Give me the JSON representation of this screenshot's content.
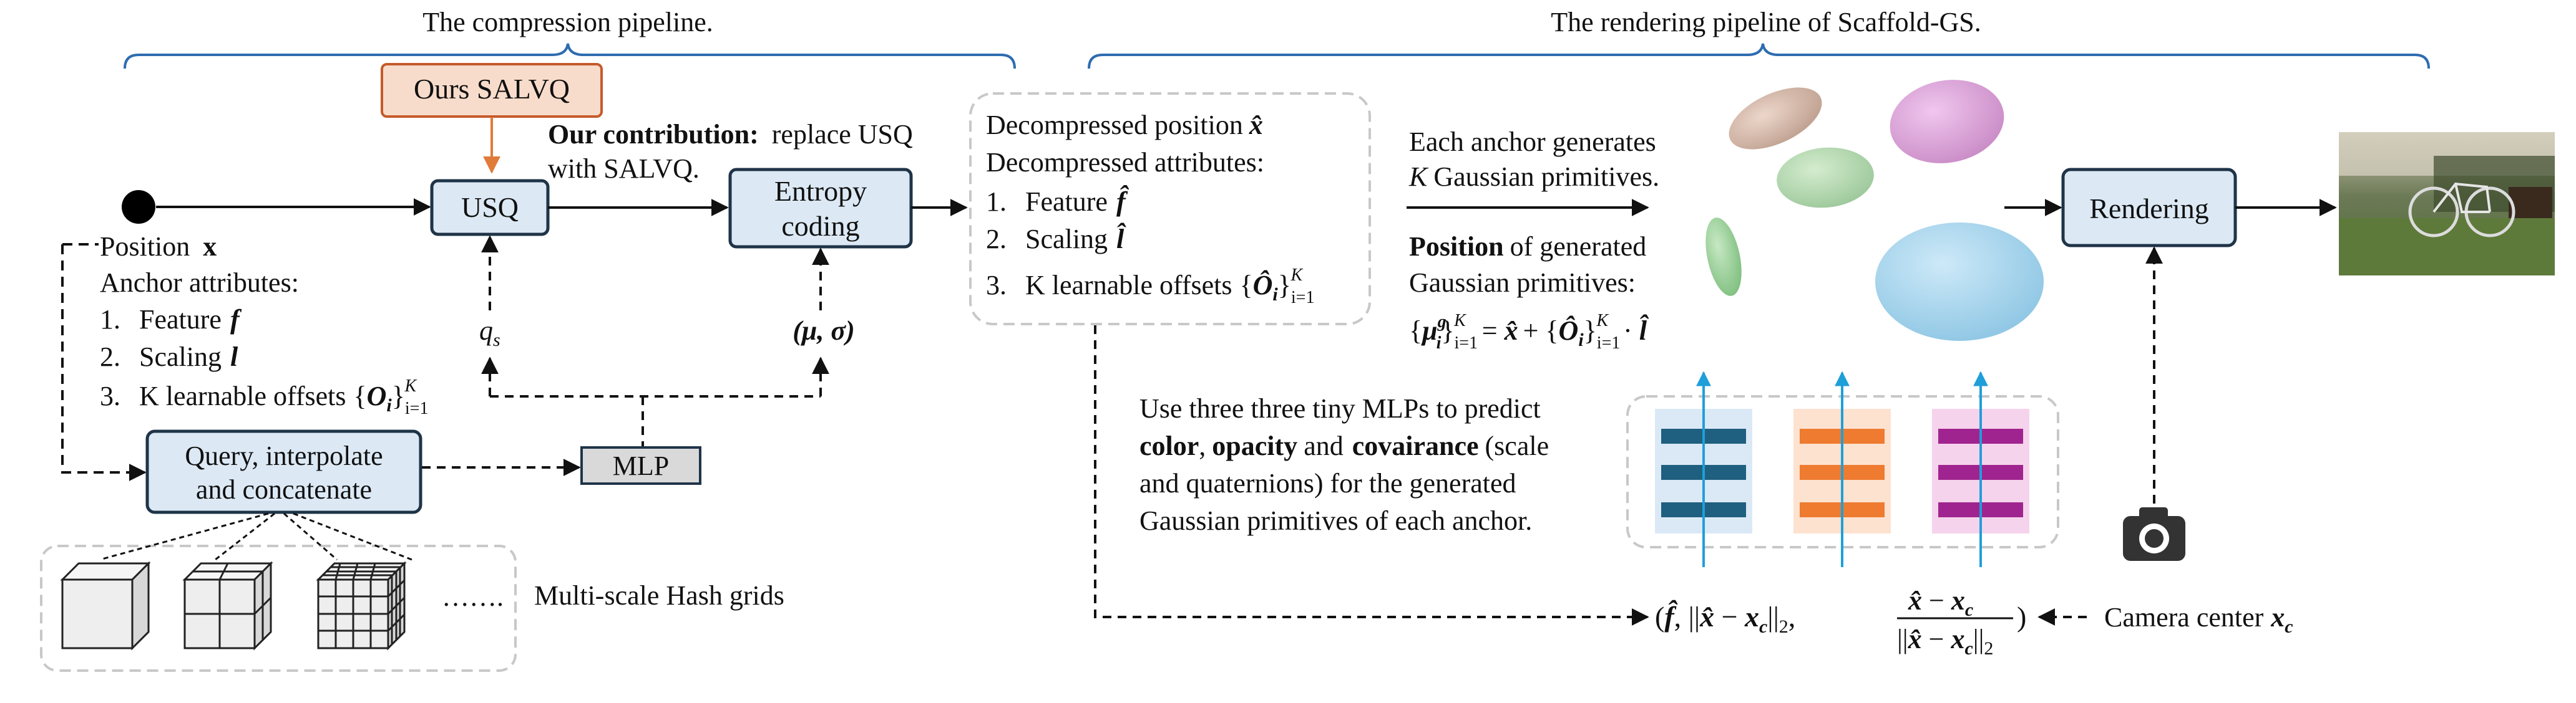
{
  "sections": {
    "compression_title": "The compression pipeline.",
    "rendering_title": "The rendering pipeline of Scaffold-GS."
  },
  "boxes": {
    "salvq": "Ours SALVQ",
    "usq": "USQ",
    "entropy_line1": "Entropy",
    "entropy_line2": "coding",
    "query_line1": "Query, interpolate",
    "query_line2": "and concatenate",
    "mlp": "MLP",
    "rendering": "Rendering"
  },
  "contribution": {
    "bold": "Our contribution:",
    "rest_line1": "replace USQ",
    "line2": "with SALVQ."
  },
  "input": {
    "position": "Position",
    "position_symbol": "x",
    "anchor_attributes": "Anchor attributes:",
    "items": [
      {
        "num": "1.",
        "text": "Feature",
        "symbol": "f"
      },
      {
        "num": "2.",
        "text": "Scaling",
        "symbol": "l"
      },
      {
        "num": "3.",
        "text": "K learnable offsets",
        "symbol": "{O_i}_{i=1}^K"
      }
    ]
  },
  "params": {
    "qs": "q",
    "qs_sub": "s",
    "mu_sigma": "(μ, σ)"
  },
  "hash": {
    "label": "Multi-scale Hash grids",
    "ellipsis": "……."
  },
  "decompressed": {
    "position": "Decompressed position",
    "position_symbol": "x̂",
    "attributes": "Decompressed attributes:",
    "items": [
      {
        "num": "1.",
        "text": "Feature",
        "symbol": "f̂"
      },
      {
        "num": "2.",
        "text": "Scaling",
        "symbol": "l̂"
      },
      {
        "num": "3.",
        "text": "K learnable offsets",
        "symbol": "{Ô_i}_{i=1}^K"
      }
    ]
  },
  "anchor_gen": {
    "line1": "Each anchor generates",
    "line2": "K Gaussian primitives."
  },
  "position_gen": {
    "bold": "Position",
    "line1_rest": "of generated",
    "line2": "Gaussian primitives:",
    "equation": "{μ_i^g}_{i=1}^K = x̂ + {Ô_i}_{i=1}^K · l̂"
  },
  "mlp_desc": {
    "line1": "Use three three tiny MLPs  to predict",
    "line2_bold1": "color",
    "line2_sep1": ",",
    "line2_bold2": "opacity",
    "line2_sep2": "and",
    "line2_bold3": "covairance",
    "line2_rest": "(scale",
    "line3": "and quaternions) for the generated",
    "line4": "Gaussian primitives of each anchor."
  },
  "view_input": "(f̂, ||x̂ − x_c||₂, (x̂ − x_c) / ||x̂ − x_c||₂)",
  "camera": {
    "label": "Camera center",
    "symbol": "x_c"
  },
  "colors": {
    "box_fill": "#dce9f5",
    "box_stroke": "#1f3448",
    "salvq_fill": "#f8dccb",
    "salvq_stroke": "#c55a2b",
    "salvq_arrow": "#e07b39",
    "mlp_fill": "#d9d9d9",
    "dashed_gray": "#c8c8c8",
    "mlp1_bg": "#dbe9f6",
    "mlp1_bar": "#1f5f7f",
    "mlp2_bg": "#fde2d0",
    "mlp2_bar": "#ee7b30",
    "mlp3_bg": "#f6d3ec",
    "mlp3_bar": "#a0248f",
    "mlp_arrow": "#1f9fd9",
    "brace": "#2e6cb0"
  },
  "icons": [
    "camera-icon",
    "bicycle-photo"
  ]
}
